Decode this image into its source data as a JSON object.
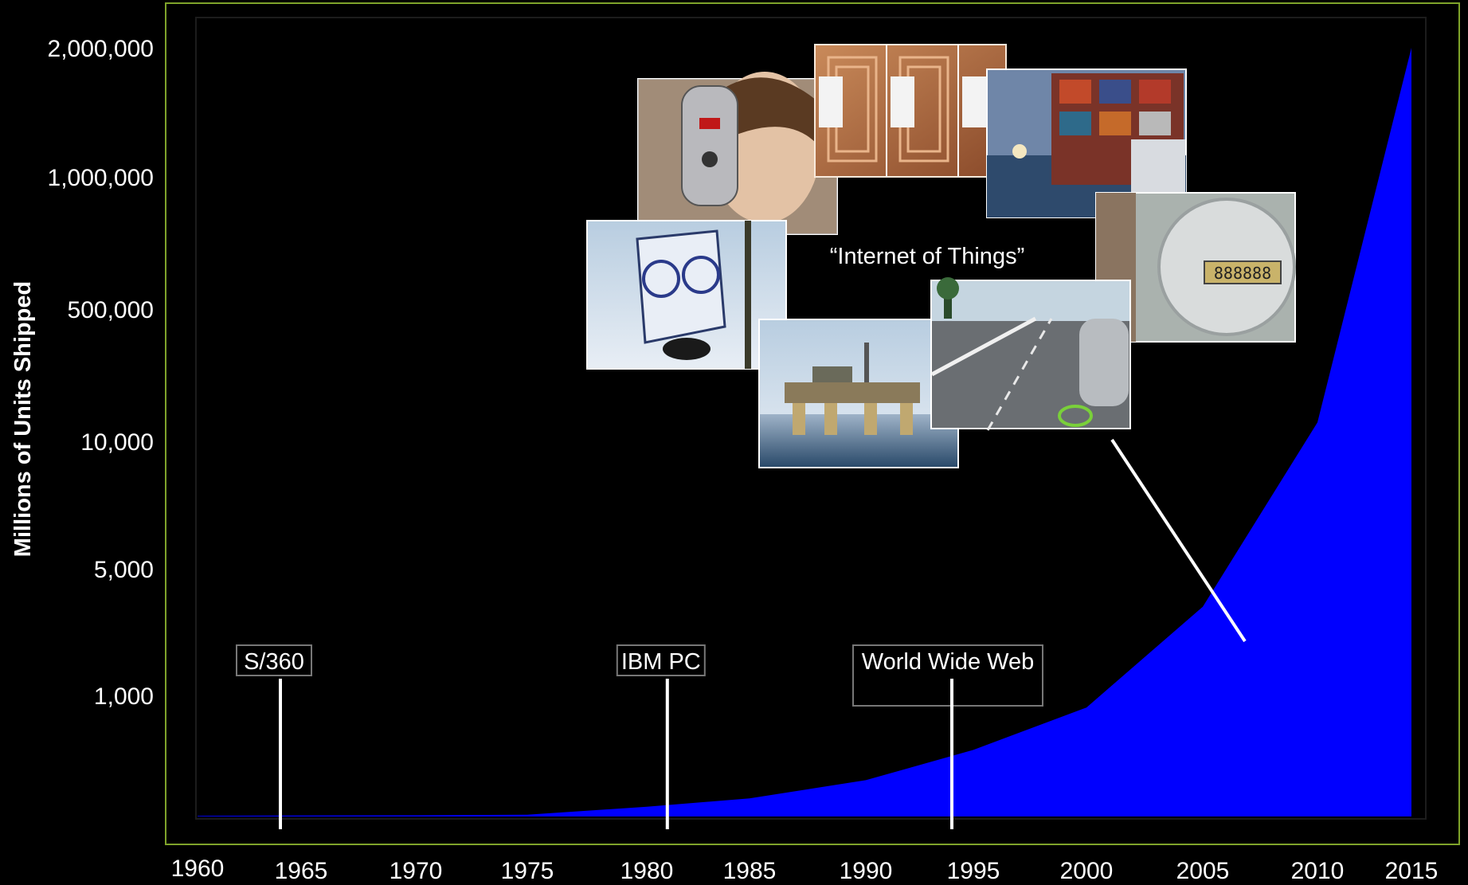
{
  "colors": {
    "area": "#0000ff",
    "frame": "#7fa32a",
    "background": "#000000",
    "text": "#ffffff"
  },
  "chart_data": {
    "type": "area",
    "title": "",
    "xlabel": "",
    "ylabel": "Millions of Units Shipped",
    "x_ticks": [
      "1960",
      "1965",
      "1970",
      "1975",
      "1980",
      "1985",
      "1990",
      "1995",
      "2000",
      "2005",
      "2010",
      "2015"
    ],
    "y_ticks": [
      "1,000",
      "5,000",
      "10,000",
      "500,000",
      "1,000,000",
      "2,000,000"
    ],
    "series": [
      {
        "x": [
          1960,
          1965,
          1970,
          1975,
          1980,
          1985,
          1990,
          1995,
          2000,
          2005,
          2010,
          2015
        ],
        "y": [
          5,
          8,
          10,
          15,
          80,
          150,
          300,
          550,
          900,
          3800,
          80000,
          2000000
        ]
      }
    ],
    "annotations": [
      {
        "label": "S/360",
        "year": 1964
      },
      {
        "label": "IBM PC",
        "year": 1981
      },
      {
        "label": "World Wide Web",
        "year": 1994
      }
    ],
    "callout": {
      "label": "“Internet of Things”",
      "year": 2007
    },
    "grid": false,
    "legend": "none"
  },
  "photos": [
    {
      "name": "cellphone-photo"
    },
    {
      "name": "rfid-tags-photo"
    },
    {
      "name": "container-ship-photo"
    },
    {
      "name": "security-camera-photo"
    },
    {
      "name": "oil-platform-photo"
    },
    {
      "name": "street-sensor-photo"
    },
    {
      "name": "smart-meter-photo"
    }
  ]
}
